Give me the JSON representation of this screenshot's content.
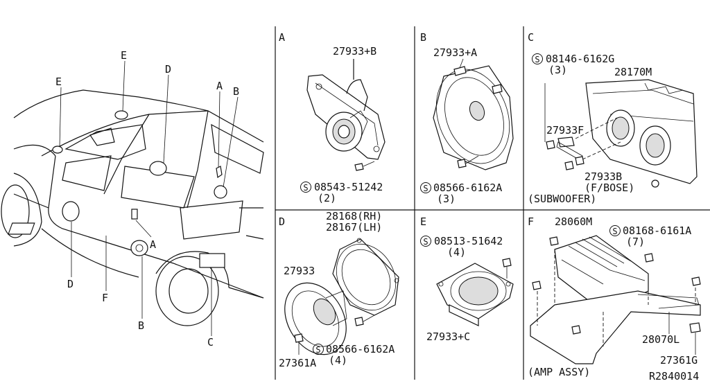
{
  "diagram_id": "R2840014",
  "overview": {
    "callouts": [
      "E",
      "E",
      "D",
      "A",
      "B",
      "D",
      "F",
      "A",
      "B",
      "C"
    ]
  },
  "panels": [
    {
      "letter": "A",
      "parts": [
        "27933+B"
      ],
      "screw": "08543-51242",
      "qty": "(2)"
    },
    {
      "letter": "B",
      "parts": [
        "27933+A"
      ],
      "screw": "08566-6162A",
      "qty": "(3)"
    },
    {
      "letter": "C",
      "screw": "08146-6162G",
      "qty": "(3)",
      "parts": [
        "28170M",
        "27933F",
        "27933B"
      ],
      "note": "(F/BOSE)",
      "caption": "(SUBWOOFER)"
    },
    {
      "letter": "D",
      "parts": [
        "28168(RH)",
        "28167(LH)",
        "27933",
        "27361A"
      ],
      "screw": "08566-6162A",
      "qty": "(4)"
    },
    {
      "letter": "E",
      "screw": "08513-51642",
      "qty": "(4)",
      "parts": [
        "27933+C"
      ]
    },
    {
      "letter": "F",
      "parts": [
        "28060M",
        "28070L",
        "27361G"
      ],
      "screw": "08168-6161A",
      "qty": "(7)",
      "caption": "(AMP ASSY)"
    }
  ],
  "symbol": "S"
}
